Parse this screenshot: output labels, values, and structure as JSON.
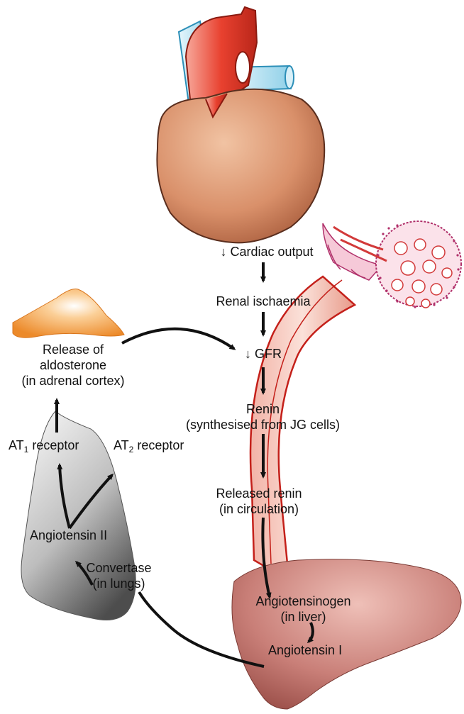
{
  "labels": {
    "cardiac_output": "↓ Cardiac output",
    "renal_ischaemia": "Renal ischaemia",
    "gfr": "↓ GFR",
    "renin": "Renin",
    "renin_source": "(synthesised from JG cells)",
    "released_renin": "Released renin",
    "released_renin_loc": "(in circulation)",
    "angiotensinogen": "Angiotensinogen",
    "angiotensinogen_loc": "(in liver)",
    "angiotensin_i": "Angiotensin I",
    "convertase": "Convertase",
    "convertase_loc": "(in lungs)",
    "angiotensin_ii": "Angiotensin II",
    "at1_prefix": "AT",
    "at1_sub": "1",
    "at1_suffix": " receptor",
    "at2_prefix": "AT",
    "at2_sub": "2",
    "at2_suffix": " receptor",
    "aldosterone_1": "Release of",
    "aldosterone_2": "aldosterone",
    "aldosterone_3": "(in adrenal cortex)"
  },
  "colors": {
    "heart": "#d9906a",
    "aorta": "#e8412f",
    "vena_cava": "#a9ddf0",
    "liver": "#c97f78",
    "lung": "#8a8a8a",
    "adrenal": "#f19a3e",
    "vessel": "#e89a8a",
    "arrow": "#111111"
  }
}
